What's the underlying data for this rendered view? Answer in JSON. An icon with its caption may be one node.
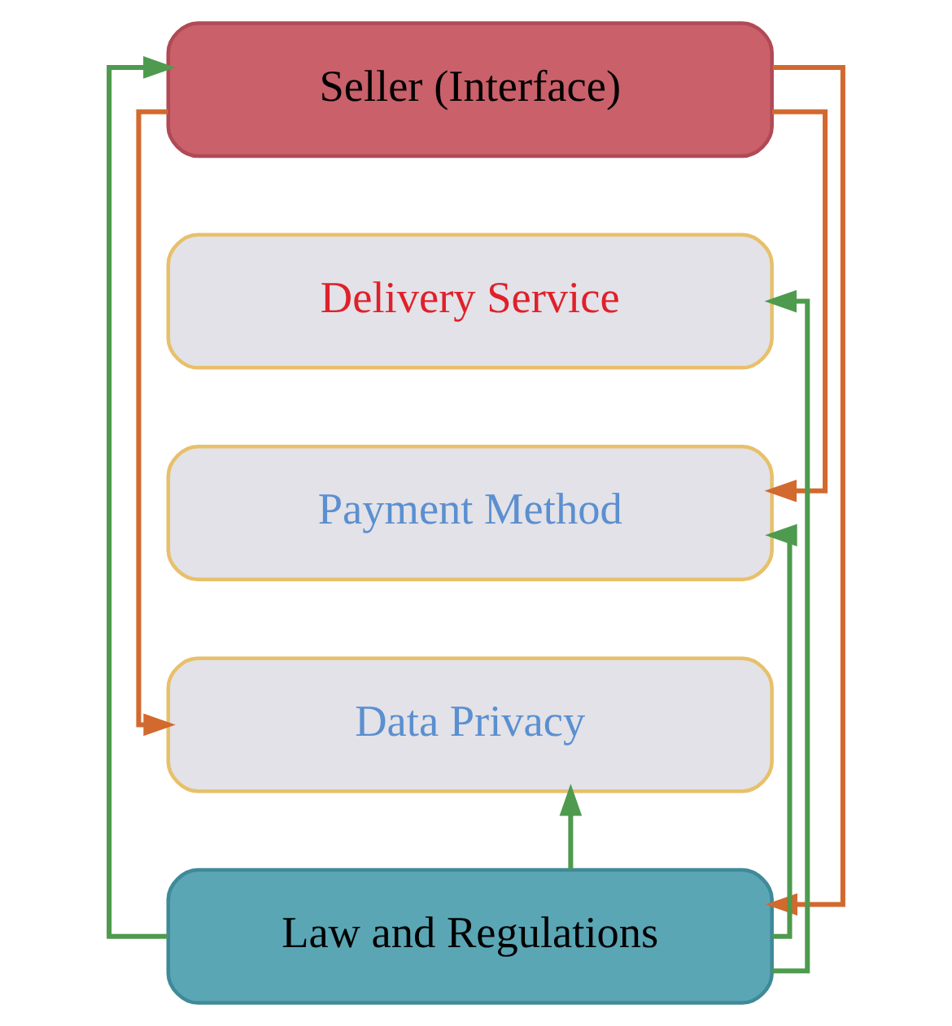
{
  "diagram": {
    "nodes": [
      {
        "text": [
          "Seller (Interface)"
        ]
      },
      {
        "text": [
          "Delivery Service"
        ]
      },
      {
        "text": [
          "Payment Method"
        ]
      },
      {
        "text": [
          "Data Privacy"
        ]
      },
      {
        "text": [
          "Law and Regulations"
        ]
      }
    ],
    "edges": [
      {
        "from": 0,
        "to": 2,
        "arrow": "to",
        "color": "#d2692e"
      },
      {
        "from": 0,
        "to": 3,
        "arrow": "to",
        "color": "#d2692e"
      },
      {
        "from": 0,
        "to": 4,
        "arrow": "to",
        "color": "#d2692e"
      },
      {
        "from": 4,
        "to": 3,
        "arrow": "to"
      },
      {
        "from": 4,
        "to": 2,
        "arrow": "to"
      },
      {
        "from": 4,
        "to": 1,
        "arrow": "to"
      },
      {
        "from": 4,
        "to": 0,
        "arrow": "to"
      }
    ]
  }
}
